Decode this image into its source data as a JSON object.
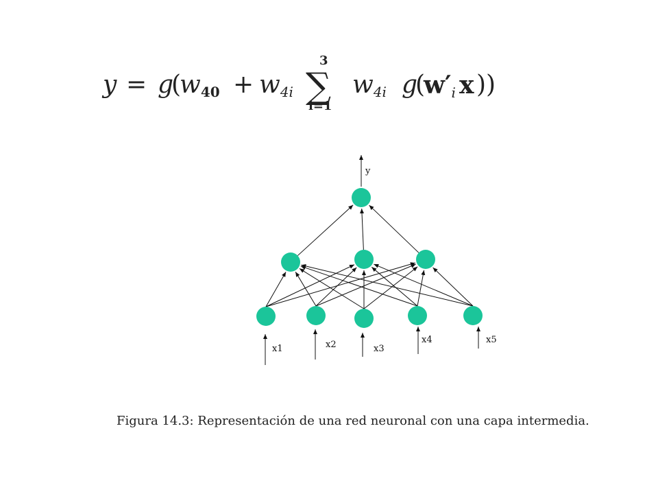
{
  "formula": {
    "lhs": "y",
    "equals": "=",
    "g": "g",
    "open_paren": "(",
    "w40_base": "w",
    "w40_sub": "40",
    "plus": "+",
    "w4i_base": "w",
    "w4i_sub": "4i",
    "sigma": "∑",
    "sum_upper": "3",
    "sum_lower": "i=1",
    "w4i2_base": "w",
    "w4i2_sub": "4i",
    "g2": "g",
    "open_paren2": "(",
    "wprime": "w′",
    "wprime_sub": "i",
    "x_vec": "x",
    "close_parens": "))"
  },
  "network": {
    "output_label": "y",
    "input_labels": [
      "x1",
      "x2",
      "x3",
      "x4",
      "x5"
    ],
    "node_color": "#1bc59a",
    "layers": {
      "input_count": 5,
      "hidden_count": 3,
      "output_count": 1
    }
  },
  "caption": "Figura 14.3: Representación de una red neuronal con una capa intermedia."
}
